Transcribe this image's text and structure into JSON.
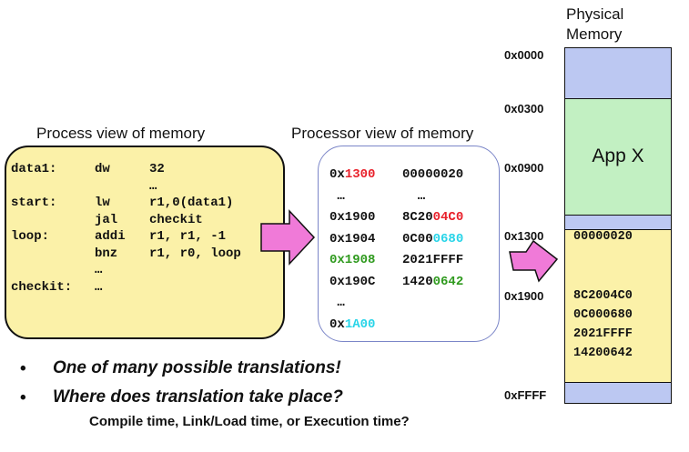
{
  "titles": {
    "process": "Process view of memory",
    "processor": "Processor view of memory",
    "physical_line1": "Physical",
    "physical_line2": "Memory"
  },
  "process_code": [
    {
      "label": "data1:",
      "op": "dw",
      "args": "32"
    },
    {
      "label": "",
      "op": "",
      "args": "…"
    },
    {
      "label": "start:",
      "op": "lw",
      "args": "r1,0(data1)"
    },
    {
      "label": "",
      "op": "jal",
      "args": "checkit"
    },
    {
      "label": "loop:",
      "op": "addi",
      "args": "r1, r1, -1"
    },
    {
      "label": "",
      "op": "bnz",
      "args": "r1, r0, loop"
    },
    {
      "label": "",
      "op": "…",
      "args": ""
    },
    {
      "label": "checkit:",
      "op": "…",
      "args": ""
    }
  ],
  "processor_view": [
    {
      "addr_prefix": "0x",
      "addr_hi": "1300",
      "addr_hi_color": "red",
      "data_plain": "00000020",
      "data_hi": "",
      "data_hi_color": ""
    },
    {
      "addr_prefix": " …",
      "addr_hi": "",
      "addr_hi_color": "",
      "data_plain": "  …",
      "data_hi": "",
      "data_hi_color": ""
    },
    {
      "addr_prefix": "0x1900",
      "addr_hi": "",
      "addr_hi_color": "",
      "data_plain": "8C20",
      "data_hi": "04C0",
      "data_hi_color": "red"
    },
    {
      "addr_prefix": "0x1904",
      "addr_hi": "",
      "addr_hi_color": "",
      "data_plain": "0C00",
      "data_hi": "0680",
      "data_hi_color": "cyan"
    },
    {
      "addr_prefix": "",
      "addr_hi": "0x1908",
      "addr_hi_color": "green",
      "data_plain": "2021FFFF",
      "data_hi": "",
      "data_hi_color": ""
    },
    {
      "addr_prefix": "0x190C",
      "addr_hi": "",
      "addr_hi_color": "",
      "data_plain": "1420",
      "data_hi": "0642",
      "data_hi_color": "green"
    },
    {
      "addr_prefix": " …",
      "addr_hi": "",
      "addr_hi_color": "",
      "data_plain": "",
      "data_hi": "",
      "data_hi_color": ""
    },
    {
      "addr_prefix": "0x",
      "addr_hi": "1A00",
      "addr_hi_color": "cyan",
      "data_plain": "",
      "data_hi": "",
      "data_hi_color": ""
    }
  ],
  "physical_memory": {
    "addresses": [
      "0x0000",
      "0x0300",
      "0x0900",
      "0x1300",
      "0x1900",
      "0xFFFF"
    ],
    "app_label": "App X",
    "values": [
      "00000020",
      "8C2004C0",
      "0C000680",
      "2021FFFF",
      "14200642"
    ]
  },
  "bullets": [
    "One of many possible translations!",
    "Where does translation take place?"
  ],
  "sub_line": "Compile time, Link/Load time, or Execution time?",
  "colors": {
    "yellow": "#fbf1a8",
    "blue": "#bcc8f2",
    "mint": "#c2f0c2",
    "arrow": "#f07ad8",
    "red": "#e8202a",
    "cyan": "#27d4e8",
    "green": "#2f9a1e"
  }
}
